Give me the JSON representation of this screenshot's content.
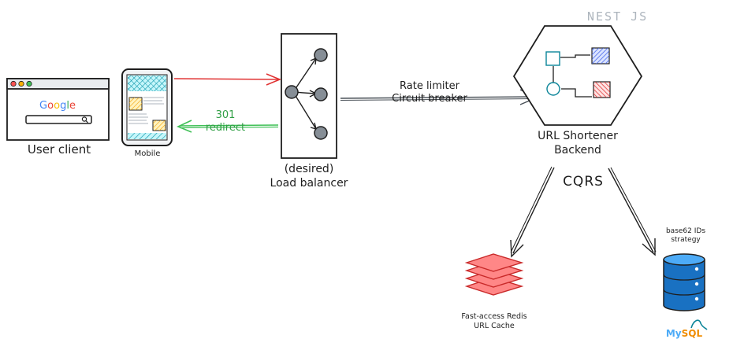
{
  "nestjs_label": "NEST JS",
  "browser": {
    "logo": [
      "G",
      "o",
      "o",
      "g",
      "l",
      "e"
    ],
    "logo_colors": [
      "#4285F4",
      "#EA4335",
      "#FBBC05",
      "#4285F4",
      "#34A853",
      "#EA4335"
    ],
    "caption": "User client"
  },
  "mobile": {
    "caption": "Mobile"
  },
  "redirect": {
    "line1": "301",
    "line2": "redirect",
    "color": "#2f9e44"
  },
  "load_balancer": {
    "line1": "(desired)",
    "line2": "Load balancer"
  },
  "edge_label": {
    "line1": "Rate limiter",
    "line2": "Circuit breaker"
  },
  "backend": {
    "line1": "URL Shortener",
    "line2": "Backend"
  },
  "cqrs": "CQRS",
  "redis": {
    "line1": "Fast-access Redis",
    "line2": "URL Cache",
    "color": "#ff6b6b"
  },
  "mysql": {
    "note_line1": "base62 IDs",
    "note_line2": "strategy",
    "logo_my": "My",
    "logo_sql": "SQL",
    "db_color": "#1971c2"
  },
  "colors": {
    "request_arrow": "#e03131",
    "accent_blue": "#4263eb",
    "accent_red": "#e03131",
    "accent_orange": "#f59f00",
    "accent_teal": "#0c8599"
  }
}
